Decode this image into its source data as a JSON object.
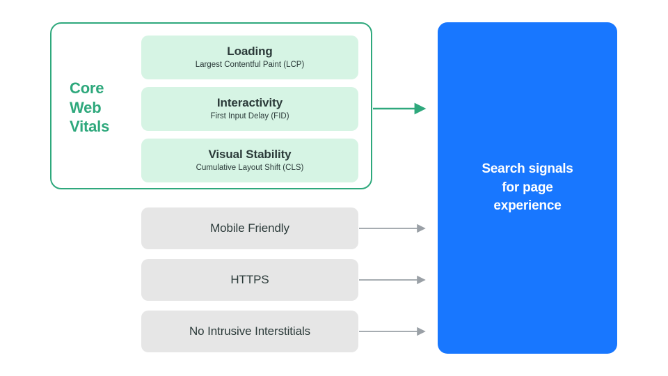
{
  "diagram": {
    "title_hidden": "",
    "colors": {
      "green_accent": "#2EA87C",
      "green_card_fill": "#D6F4E4",
      "gray_card_fill": "#E6E6E6",
      "blue_fill": "#1877FF",
      "dark_text": "#2B3A39",
      "arrow_gray": "#9AA0A6",
      "background": "#FFFFFF"
    }
  },
  "core_web_vitals": {
    "group_label": "Core\nWeb\nVitals",
    "group_label_lines": [
      "Core",
      "Web",
      "Vitals"
    ],
    "cards": [
      {
        "title": "Loading",
        "subtitle": "Largest Contentful Paint (LCP)",
        "metric_abbr": "LCP"
      },
      {
        "title": "Interactivity",
        "subtitle": "First Input Delay (FID)",
        "metric_abbr": "FID"
      },
      {
        "title": "Visual Stability",
        "subtitle": "Cumulative Layout Shift (CLS)",
        "metric_abbr": "CLS"
      }
    ]
  },
  "other_signals": [
    {
      "label": "Mobile Friendly"
    },
    {
      "label": "HTTPS"
    },
    {
      "label": "No Intrusive Interstitials"
    }
  ],
  "destination": {
    "label": "Search signals\nfor page\nexperience",
    "label_lines": [
      "Search signals",
      "for page",
      "experience"
    ]
  },
  "arrows": [
    {
      "name": "core-web-vitals-arrow",
      "color": "#2EA87C"
    },
    {
      "name": "mobile-friendly-arrow",
      "color": "#9AA0A6"
    },
    {
      "name": "https-arrow",
      "color": "#9AA0A6"
    },
    {
      "name": "no-intrusive-interstitials-arrow",
      "color": "#9AA0A6"
    }
  ]
}
